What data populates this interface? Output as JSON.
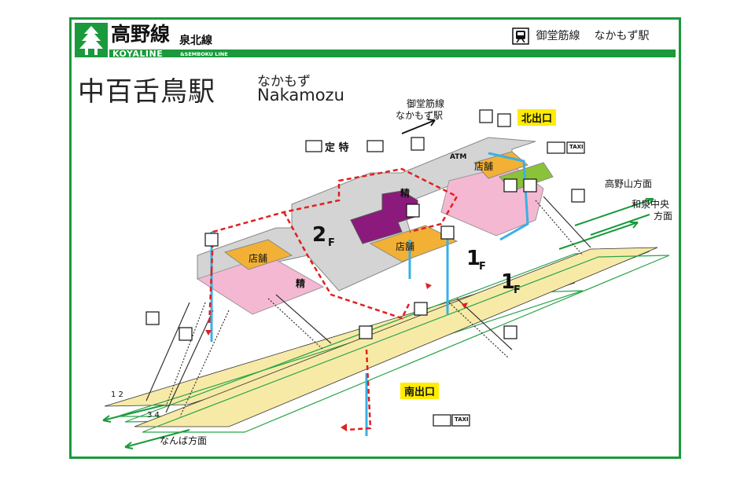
{
  "header": {
    "line_name": "高野線",
    "line_sub": "泉北線",
    "line_en": "KOYALINE",
    "line_sub_en": "&SEMBOKU LINE",
    "connection_line": "御堂筋線",
    "connection_station": "なかもず駅"
  },
  "station": {
    "name_jp": "中百舌鳥駅",
    "name_kana": "なかもず",
    "name_en": "Nakamozu"
  },
  "labels": {
    "midosuji_transfer_line1": "御堂筋線",
    "midosuji_transfer_line2": "なかもず駅",
    "north_exit": "北出口",
    "south_exit": "南出口",
    "koyasan": "高野山方面",
    "izumi_line1": "和泉中央",
    "izumi_line2": "方面",
    "namba": "なんば方面",
    "shop": "店舗",
    "floor_2": "2",
    "floor_1": "1",
    "floor_suffix": "F",
    "platform_12": "1 2",
    "platform_34": "3 4",
    "ticket_office": "定 特",
    "fare_adjust": "精",
    "atm": "ATM",
    "taxi": "TAXI"
  },
  "colors": {
    "accent_green": "#1a9a3c",
    "concourse_pink": "#f5b8d2",
    "shop_orange": "#f2b135",
    "platform_yellow": "#f7eaa7",
    "gate_purple": "#8c1a7c",
    "route_red": "#e02020",
    "exit_yellow": "#ffec00",
    "elevator_blue": "#39b0e6"
  }
}
